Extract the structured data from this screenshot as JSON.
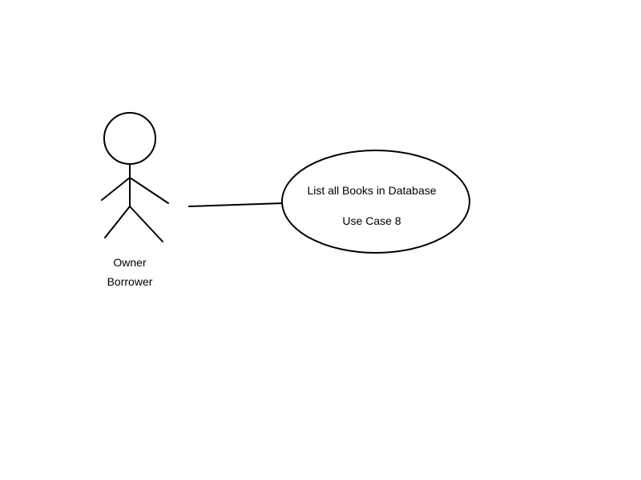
{
  "actor": {
    "roles": [
      "Owner",
      "Borrower"
    ]
  },
  "use_case": {
    "title": "List all Books in Database",
    "id_label": "Use Case 8"
  },
  "colors": {
    "stroke": "#000000",
    "background": "#ffffff"
  }
}
